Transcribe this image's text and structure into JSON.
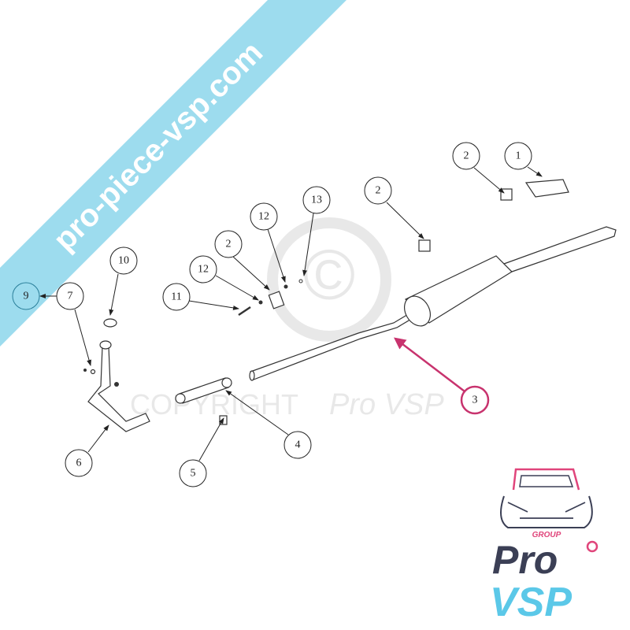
{
  "banner": {
    "text": "pro-piece-vsp.com",
    "color": "#9ddcee"
  },
  "watermark": {
    "text_copyright": "COPYRIGHT",
    "text_brand": "Pro VSP",
    "symbol": "©"
  },
  "callouts": {
    "c1": "1",
    "c2a": "2",
    "c2b": "2",
    "c13": "13",
    "c12a": "12",
    "c2c": "2",
    "c12b": "12",
    "c11": "11",
    "c10": "10",
    "c7": "7",
    "c9": "9",
    "c6": "6",
    "c5": "5",
    "c4": "4",
    "c3": "3"
  },
  "highlight_colors": {
    "part_3": "#c8336e",
    "part_9": "#2a7f9a"
  },
  "logo": {
    "group": "GROUP",
    "line1": "Pro",
    "line2": "VSP",
    "colors": {
      "dark": "#3b3f55",
      "cyan": "#5bc8e8",
      "pink": "#e0457b"
    }
  }
}
